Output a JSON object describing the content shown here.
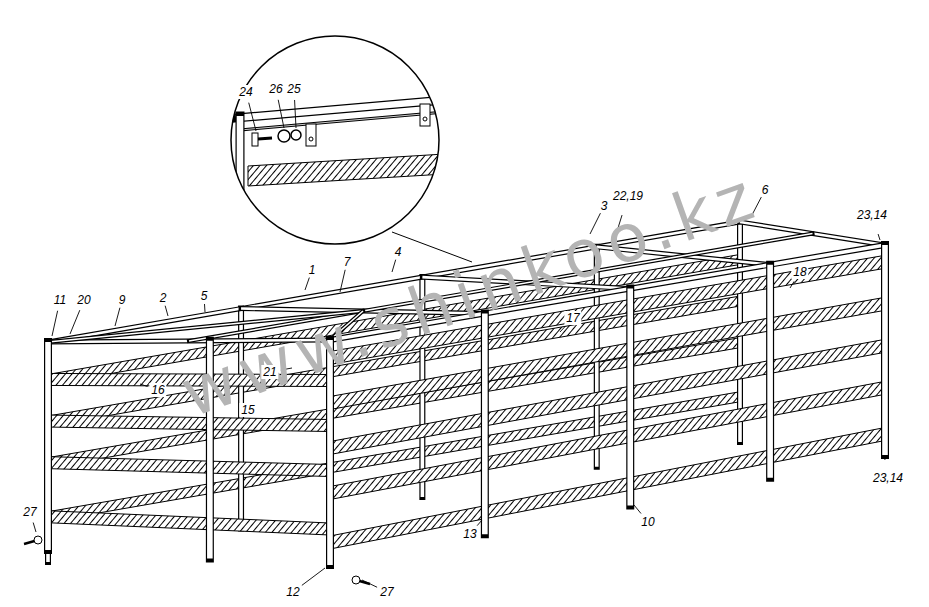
{
  "diagram": {
    "labels": [
      "24",
      "26",
      "25",
      "22,19",
      "6",
      "3",
      "23,14",
      "11",
      "20",
      "9",
      "2",
      "5",
      "1",
      "7",
      "4",
      "18",
      "17",
      "16",
      "21",
      "15",
      "10",
      "13",
      "12",
      "27",
      "27",
      "23,14",
      "www.shinkoo.kz"
    ]
  }
}
